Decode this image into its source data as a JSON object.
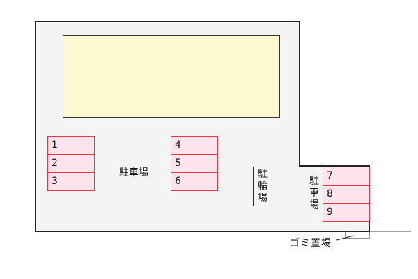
{
  "site_plan": {
    "building": {
      "label": ""
    },
    "parking_label_center": "駐車場",
    "parking_label_right": "駐車場",
    "bicycle_parking_label": "駐輪場",
    "trash_area_label": "ゴミ置場",
    "stall_groups": [
      {
        "stalls": [
          "1",
          "2",
          "3"
        ]
      },
      {
        "stalls": [
          "4",
          "5",
          "6"
        ]
      },
      {
        "stalls": [
          "7",
          "8",
          "9"
        ]
      }
    ],
    "colors": {
      "lot_fill": "#f4f4f4",
      "lot_border": "#222222",
      "building_fill": "#fdf8d0",
      "stall_fill": "#fde4ec",
      "stall_border": "#ee3344"
    }
  }
}
